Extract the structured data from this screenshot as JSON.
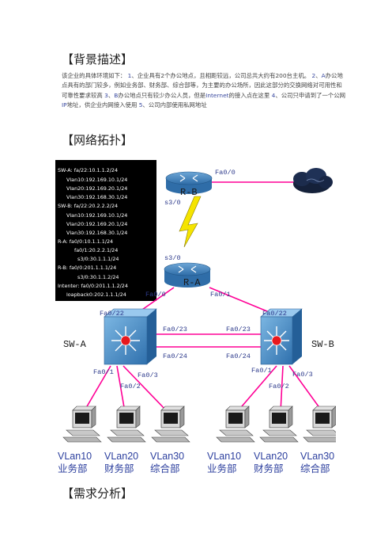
{
  "heading_background": "【背景描述】",
  "background": {
    "t1": "该企业的具体环境如下：",
    "n1": "1",
    "t2": "、企业具有2个办公地点，且相距较远，公司总共大约有200台主机。",
    "n2": "2",
    "t3": "、",
    "a1": "A",
    "t4": "办公地点具有的部门较多，例如业务部、财务部、综合部等，为主要的办公场所，因此这部分的交换网络对可用性和可靠性要求较高",
    "n3": "3",
    "t5": "、",
    "b1": "B",
    "t6": "办公地点只有较少办公人员，但是",
    "internet": "Internet",
    "t7": "的接入点在这里",
    "n4": "4",
    "t8": "、公司只申请到了一个公网",
    "ip": "IP",
    "t9": "地址，供企业内网接入使用",
    "n5": "5",
    "t10": "、公司内部使用私网地址"
  },
  "heading_topology": "【网络拓扑】",
  "heading_requirements": "【需求分析】",
  "ip_table": [
    "SW-A: fa/22:10.1.1.2/24",
    "Vlan10:192.169.10.1/24",
    "Vlan20:192.169.20.1/24",
    "Vlan30:192.168.30.1/24",
    "SW-B: fa/22:20.2.2.2/24",
    "Vlan10:192.169.10.1/24",
    "Vlan20:192.169.20.1/24",
    "Vlan30:192.168.30.1/24",
    "R-A:  fa0/0:10.1.1.1/24",
    "fa0/1:20.2.2.1/24",
    "s3/0:30.1.1.1/24",
    "R-B:  fa0/0:201.1.1.1/24",
    "s3/0:30.1.1.2/24",
    "Intenter: fa0/0:201.1.1.2/24",
    "loapback0:202.1.1.1/24"
  ],
  "devices": {
    "rb": "R-B",
    "ra": "R-A",
    "swa": "SW-A",
    "swb": "SW-B"
  },
  "ports": {
    "rb_fa00": "Fa0/0",
    "rb_s30": "s3/0",
    "ra_s30": "s3/0",
    "ra_fa00": "Fa0/0",
    "ra_fa01": "Fa0/1",
    "swa_fa022": "Fa0/22",
    "swb_fa022": "Fa0/22",
    "swa_fa023": "Fa0/23",
    "swb_fa023": "Fa0/23",
    "swa_fa024": "Fa0/24",
    "swb_fa024": "Fa0/24",
    "swa_fa01": "Fa0/1",
    "swa_fa02": "Fa0/2",
    "swa_fa03": "Fa0/3",
    "swb_fa01": "Fa0/1",
    "swb_fa02": "Fa0/2",
    "swb_fa03": "Fa0/3"
  },
  "vlans": [
    {
      "vlan": "VLan10",
      "dept": "业务部"
    },
    {
      "vlan": "VLan20",
      "dept": "财务部"
    },
    {
      "vlan": "VLan30",
      "dept": "综合部"
    },
    {
      "vlan": "VLan10",
      "dept": "业务部"
    },
    {
      "vlan": "VLan20",
      "dept": "财务部"
    },
    {
      "vlan": "VLan30",
      "dept": "综合部"
    }
  ]
}
